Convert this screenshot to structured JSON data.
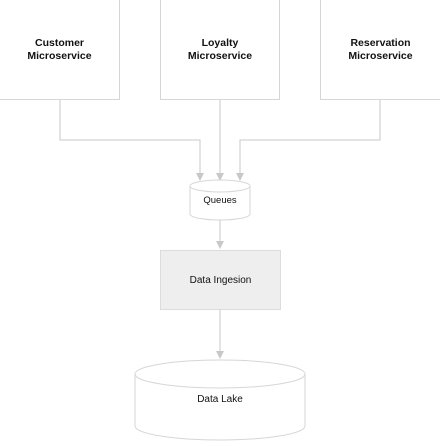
{
  "services": [
    {
      "line1": "Customer",
      "line2": "Microservice"
    },
    {
      "line1": "Loyalty",
      "line2": "Microservice"
    },
    {
      "line1": "Reservation",
      "line2": "Microservice"
    }
  ],
  "queues": {
    "label": "Queues"
  },
  "ingestion": {
    "label": "Data Ingesion"
  },
  "lake": {
    "label": "Data Lake"
  },
  "colors": {
    "border": "#d6d6d6",
    "arrow": "#c8c8c8",
    "ingestion_fill": "#eeeeee"
  }
}
